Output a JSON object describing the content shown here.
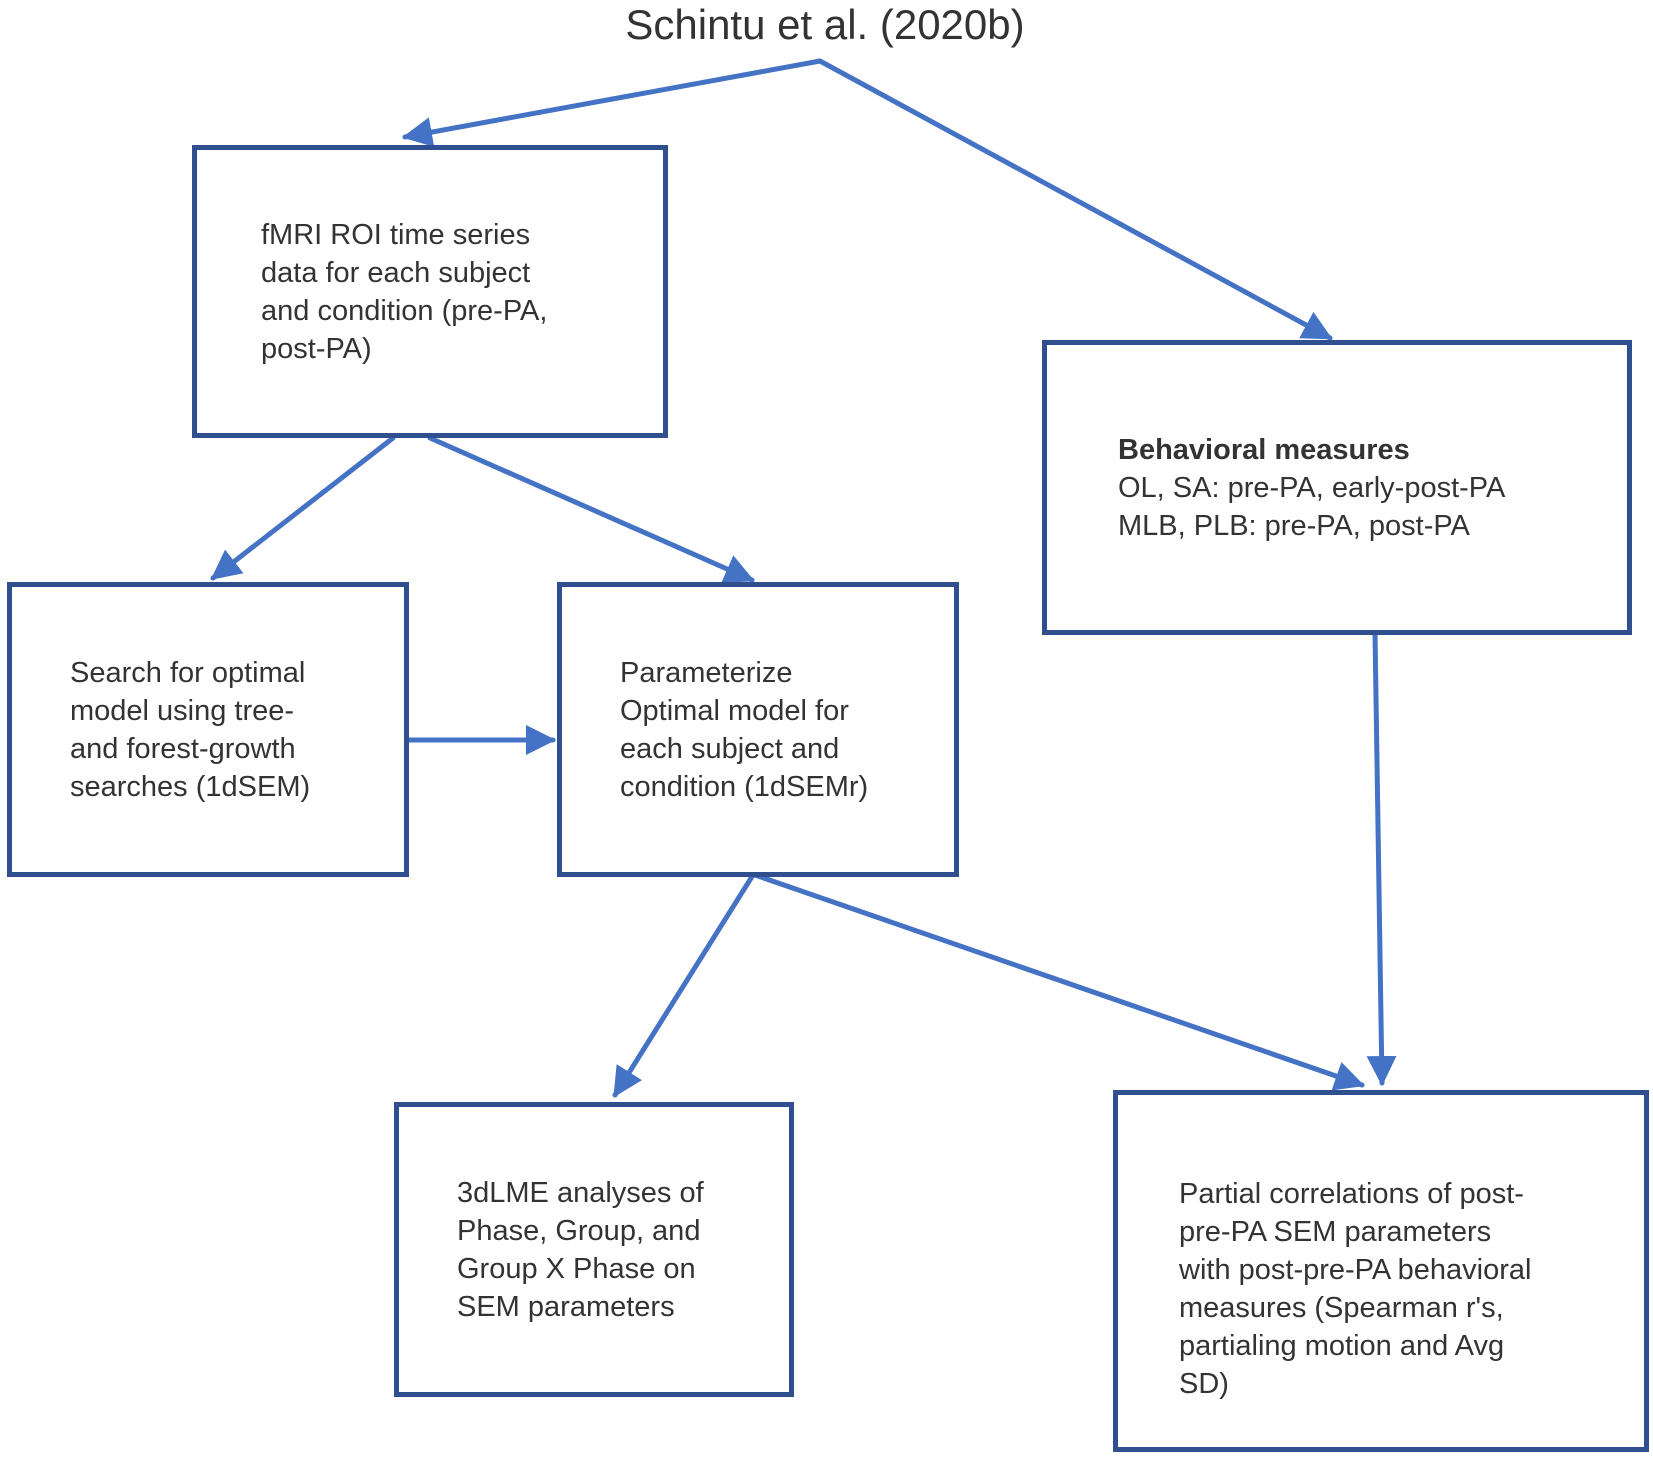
{
  "title": "Schintu et al. (2020b)",
  "nodes": {
    "fmri": {
      "lines": [
        "fMRI ROI time series",
        "data for each subject",
        "and condition (pre-PA,",
        "post-PA)"
      ]
    },
    "behavioral": {
      "heading": "Behavioral measures",
      "lines": [
        "OL, SA: pre-PA, early-post-PA",
        "MLB, PLB: pre-PA, post-PA"
      ]
    },
    "search": {
      "lines": [
        "Search for optimal",
        "model using tree-",
        "and forest-growth",
        "searches (1dSEM)"
      ]
    },
    "parameterize": {
      "lines": [
        "Parameterize",
        "Optimal model for",
        "each subject and",
        "condition (1dSEMr)"
      ]
    },
    "lme": {
      "lines": [
        "3dLME analyses of",
        "Phase, Group, and",
        "Group X Phase on",
        "SEM parameters"
      ]
    },
    "partial": {
      "lines": [
        "Partial correlations of post-",
        "pre-PA SEM parameters",
        "with post-pre-PA behavioral",
        "measures (Spearman r's,",
        "partialing motion and Avg",
        "SD)"
      ]
    }
  },
  "colors": {
    "arrow": "#4472c4",
    "box_border": "#2f4f8f",
    "text": "#333333"
  }
}
